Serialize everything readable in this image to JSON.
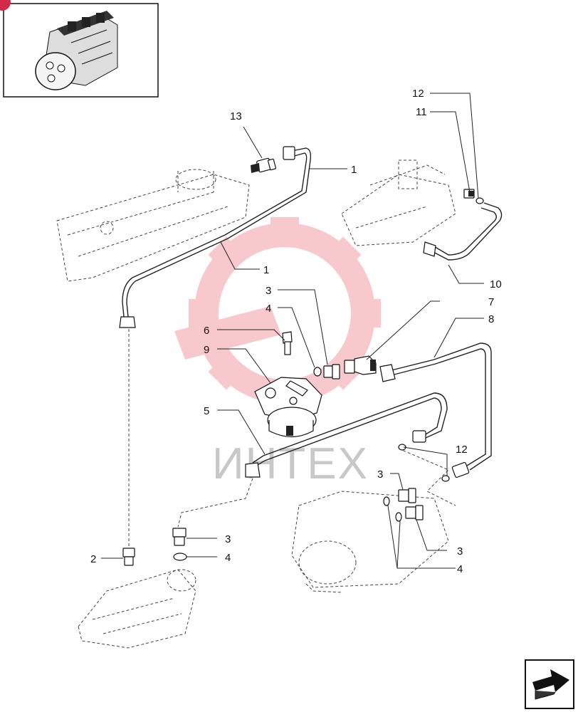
{
  "watermark": {
    "brand_text": "ИНТЕХ",
    "gear_color": "#e8414a"
  },
  "thumbnail": {
    "badge_color": "#d42a4a"
  },
  "callouts": {
    "c13": "13",
    "c1a": "1",
    "c1b": "1",
    "c12a": "12",
    "c11": "11",
    "c10": "10",
    "c3a": "3",
    "c4a": "4",
    "c6": "6",
    "c9": "9",
    "c7": "7",
    "c8": "8",
    "c5": "5",
    "c12b": "12",
    "c3b": "3",
    "c3c": "3",
    "c3d": "3",
    "c2": "2",
    "c4b": "4",
    "c4c": "4"
  },
  "nav": {
    "icon": "next-page-arrow-icon"
  }
}
